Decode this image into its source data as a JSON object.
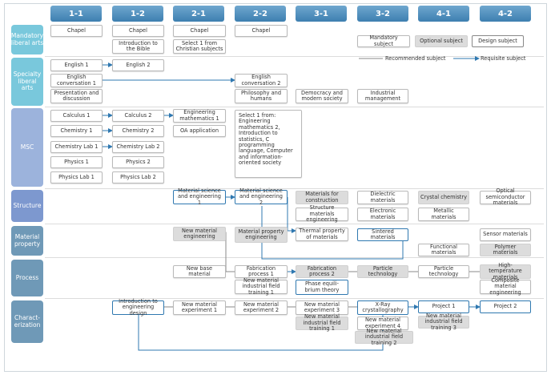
{
  "columns": [
    "1-1",
    "1-2",
    "2-1",
    "2-2",
    "3-1",
    "3-2",
    "4-1",
    "4-2"
  ],
  "rows": [
    {
      "key": "mandatory",
      "label": "Mandatory liberal arts",
      "color": "#79c8dc"
    },
    {
      "key": "specialty",
      "label": "Specialty liberal arts",
      "color": "#79c8dc"
    },
    {
      "key": "msc",
      "label": "MSC",
      "color": "#9cb3dc"
    },
    {
      "key": "structure",
      "label": "Structure",
      "color": "#7d98cf"
    },
    {
      "key": "property",
      "label": "Material property",
      "color": "#6f99b7"
    },
    {
      "key": "process",
      "label": "Process",
      "color": "#6f99b7"
    },
    {
      "key": "characterization",
      "label": "Charact-erization",
      "color": "#6f99b7"
    }
  ],
  "legend": {
    "mandatory": "Mandatory subject",
    "optional": "Optional subject",
    "design": "Design subject",
    "recommended": "Recommended subject",
    "requisite": "Requisite subject"
  },
  "courses": {
    "chapel_1_1": "Chapel",
    "chapel_1_2": "Chapel",
    "chapel_2_1": "Chapel",
    "chapel_2_2": "Chapel",
    "intro_bible": "Introduction to the Bible",
    "christian_subjects": "Select 1 from Christian subjects",
    "english_1": "English 1",
    "english_2": "English 2",
    "english_conv_1": "English conversation 1",
    "english_conv_2": "English conversation 2",
    "presentation": "Presentation and discussion",
    "philosophy": "Philosophy and humans",
    "democracy": "Democracy and modern society",
    "industrial_mgmt": "Industrial management",
    "calculus_1": "Calculus 1",
    "calculus_2": "Calculus 2",
    "eng_math_1": "Engineering mathematics 1",
    "select_msc": "Select 1 from: Engineering mathematics 2, Introduction to statistics, C programming language, Computer and information-oriented society",
    "chemistry_1": "Chemistry 1",
    "chemistry_2": "Chemistry 2",
    "oa_application": "OA application",
    "chem_lab_1": "Chemistry Lab 1",
    "chem_lab_2": "Chemistry Lab 2",
    "physics_1": "Physics 1",
    "physics_2": "Physics 2",
    "physics_lab_1": "Physics Lab 1",
    "physics_lab_2": "Physics Lab 2",
    "mse_1": "Material science and engineering 1",
    "mse_2": "Material science and engineering 2",
    "materials_construction": "Materials for construction",
    "structure_materials_eng": "Structure materials engineering",
    "dielectric": "Dielectric materials",
    "electronic": "Electronic materials",
    "crystal_chem": "Crystal chemistry",
    "metallic": "Metallic materials",
    "optical_semi": "Optical semiconductor materials",
    "new_mat_eng": "New material engineering",
    "mat_prop_eng": "Material property engineering",
    "thermal_prop": "Thermal property of materials",
    "sintered": "Sintered materials",
    "sensor": "Sensor materials",
    "functional": "Functional materials",
    "polymer": "Polymer materials",
    "new_base": "New base material",
    "fab_1": "Fabrication process 1",
    "fab_2": "Fabrication process 2",
    "particle_tech_1": "Particle technology",
    "particle_tech_2": "Particle technology",
    "high_temp": "High-temperature materials",
    "nm_field_1": "New material industrial field training 1",
    "phase_eq": "Phase equili-brium theory",
    "composite": "Composite material engineering",
    "intro_eng_design": "Introduction to engineering design",
    "nm_exp_1": "New material experiment 1",
    "nm_exp_2": "New material experiment 2",
    "nm_exp_3": "New material experiment 3",
    "xray": "X-Ray crystallography",
    "project_1": "Project 1",
    "project_2": "Project 2",
    "nm_field_1b": "New material industrial field training 1",
    "nm_exp_4": "New material experiment 4",
    "nm_field_3": "New material industrial field training 3",
    "nm_field_2": "New material industrial field training 2"
  }
}
